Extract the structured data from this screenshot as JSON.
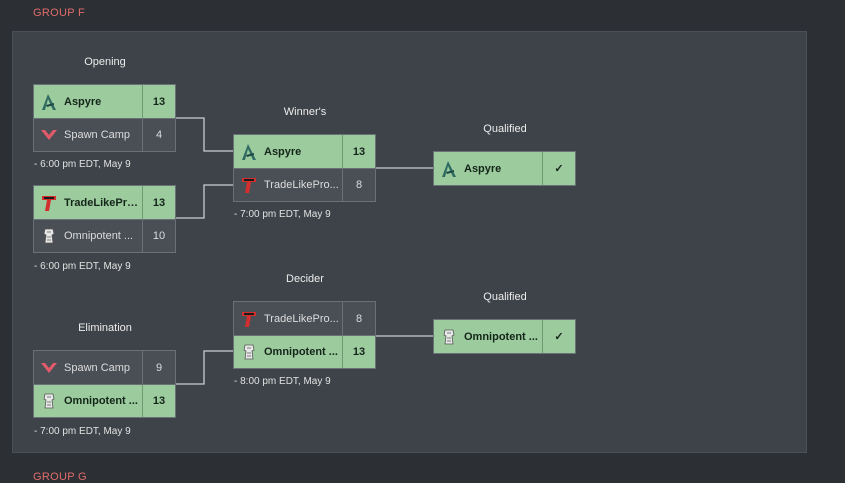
{
  "group_top": "GROUP F",
  "group_bottom": "GROUP G",
  "rounds": {
    "opening": "Opening",
    "winners": "Winner's",
    "qualified_top": "Qualified",
    "decider": "Decider",
    "qualified_bottom": "Qualified",
    "elimination": "Elimination"
  },
  "matches": {
    "opening1": {
      "team1": {
        "name": "Aspyre",
        "score": "13",
        "logo": "aspyre-logo"
      },
      "team2": {
        "name": "Spawn Camp",
        "score": "4",
        "logo": "spawncamp-logo"
      },
      "time": "- 6:00 pm EDT, May 9"
    },
    "opening2": {
      "team1": {
        "name": "TradeLikePro...",
        "score": "13",
        "logo": "tradelikepro-logo"
      },
      "team2": {
        "name": "Omnipotent ...",
        "score": "10",
        "logo": "omnipotent-logo"
      },
      "time": "- 6:00 pm EDT, May 9"
    },
    "winners": {
      "team1": {
        "name": "Aspyre",
        "score": "13",
        "logo": "aspyre-logo"
      },
      "team2": {
        "name": "TradeLikePro...",
        "score": "8",
        "logo": "tradelikepro-logo"
      },
      "time": "- 7:00 pm EDT, May 9"
    },
    "decider": {
      "team1": {
        "name": "TradeLikePro...",
        "score": "8",
        "logo": "tradelikepro-logo"
      },
      "team2": {
        "name": "Omnipotent ...",
        "score": "13",
        "logo": "omnipotent-logo"
      },
      "time": "- 8:00 pm EDT, May 9"
    },
    "elimination": {
      "team1": {
        "name": "Spawn Camp",
        "score": "9",
        "logo": "spawncamp-logo"
      },
      "team2": {
        "name": "Omnipotent ...",
        "score": "13",
        "logo": "omnipotent-logo"
      },
      "time": "- 7:00 pm EDT, May 9"
    }
  },
  "qualified": {
    "top": {
      "name": "Aspyre",
      "mark": "✓",
      "logo": "aspyre-logo"
    },
    "bottom": {
      "name": "Omnipotent ...",
      "mark": "✓",
      "logo": "omnipotent-logo"
    }
  },
  "colors": {
    "winner_bg": "#9ccc9e",
    "loser_bg": "#4a4f56",
    "panel_bg": "#3e4349",
    "group_label": "#e06c6c",
    "connector": "#c8cdd2"
  }
}
